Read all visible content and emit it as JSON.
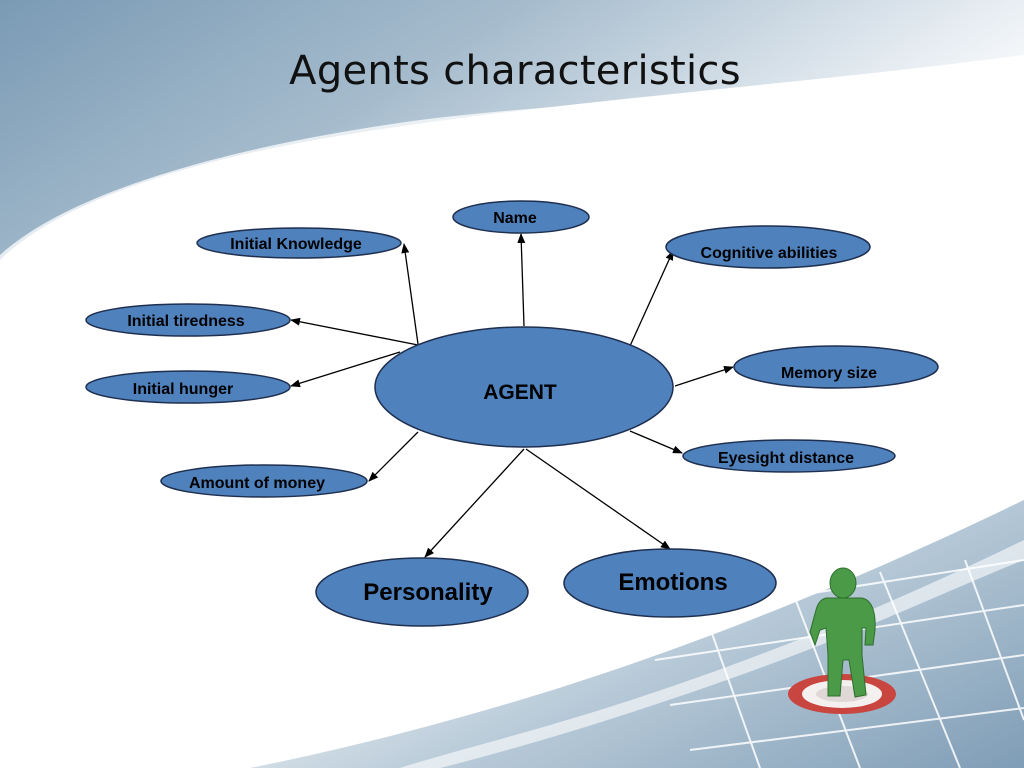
{
  "slide": {
    "title": "Agents characteristics"
  },
  "diagram": {
    "center": {
      "label": "AGENT"
    },
    "nodes": {
      "name": "Name",
      "initial_knowledge": "Initial Knowledge",
      "cognitive_abilities": "Cognitive abilities",
      "initial_tiredness": "Initial tiredness",
      "memory_size": "Memory size",
      "initial_hunger": "Initial hunger",
      "eyesight_distance": "Eyesight distance",
      "amount_of_money": "Amount of money",
      "personality": "Personality",
      "emotions": "Emotions"
    }
  },
  "colors": {
    "node_fill": "#4f81bd",
    "node_stroke": "#1f2f4f",
    "arrow": "#000000",
    "figure_green": "#4a9a48",
    "target_red": "#c9453f"
  }
}
